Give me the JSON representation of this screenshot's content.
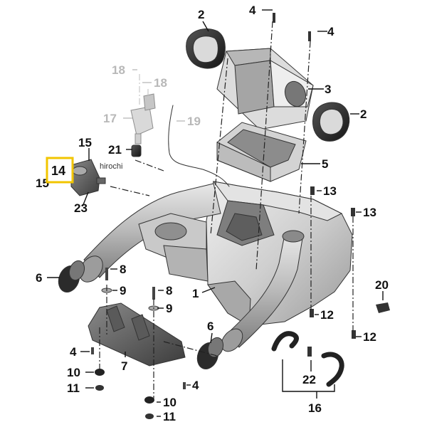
{
  "watermark": "hirochi",
  "highlight": {
    "label": "14",
    "border_color": "#f2c500"
  },
  "callouts": [
    {
      "id": "c2a",
      "text": "2"
    },
    {
      "id": "c4a",
      "text": "4"
    },
    {
      "id": "c4b",
      "text": "4"
    },
    {
      "id": "c18a",
      "text": "18"
    },
    {
      "id": "c18b",
      "text": "18"
    },
    {
      "id": "c3",
      "text": "3"
    },
    {
      "id": "c2b",
      "text": "2"
    },
    {
      "id": "c17",
      "text": "17"
    },
    {
      "id": "c19",
      "text": "19"
    },
    {
      "id": "c15a",
      "text": "15"
    },
    {
      "id": "c21",
      "text": "21"
    },
    {
      "id": "c5",
      "text": "5"
    },
    {
      "id": "c15b",
      "text": "15"
    },
    {
      "id": "c13a",
      "text": "13"
    },
    {
      "id": "c23",
      "text": "23"
    },
    {
      "id": "c13b",
      "text": "13"
    },
    {
      "id": "c6a",
      "text": "6"
    },
    {
      "id": "c8a",
      "text": "8"
    },
    {
      "id": "c9a",
      "text": "9"
    },
    {
      "id": "c8b",
      "text": "8"
    },
    {
      "id": "c1",
      "text": "1"
    },
    {
      "id": "c9b",
      "text": "9"
    },
    {
      "id": "c20",
      "text": "20"
    },
    {
      "id": "c12a",
      "text": "12"
    },
    {
      "id": "c6b",
      "text": "6"
    },
    {
      "id": "c12b",
      "text": "12"
    },
    {
      "id": "c4c",
      "text": "4"
    },
    {
      "id": "c7",
      "text": "7"
    },
    {
      "id": "c10a",
      "text": "10"
    },
    {
      "id": "c22",
      "text": "22"
    },
    {
      "id": "c11a",
      "text": "11"
    },
    {
      "id": "c4d",
      "text": "4"
    },
    {
      "id": "c16",
      "text": "16"
    },
    {
      "id": "c10b",
      "text": "10"
    },
    {
      "id": "c11b",
      "text": "11"
    }
  ]
}
